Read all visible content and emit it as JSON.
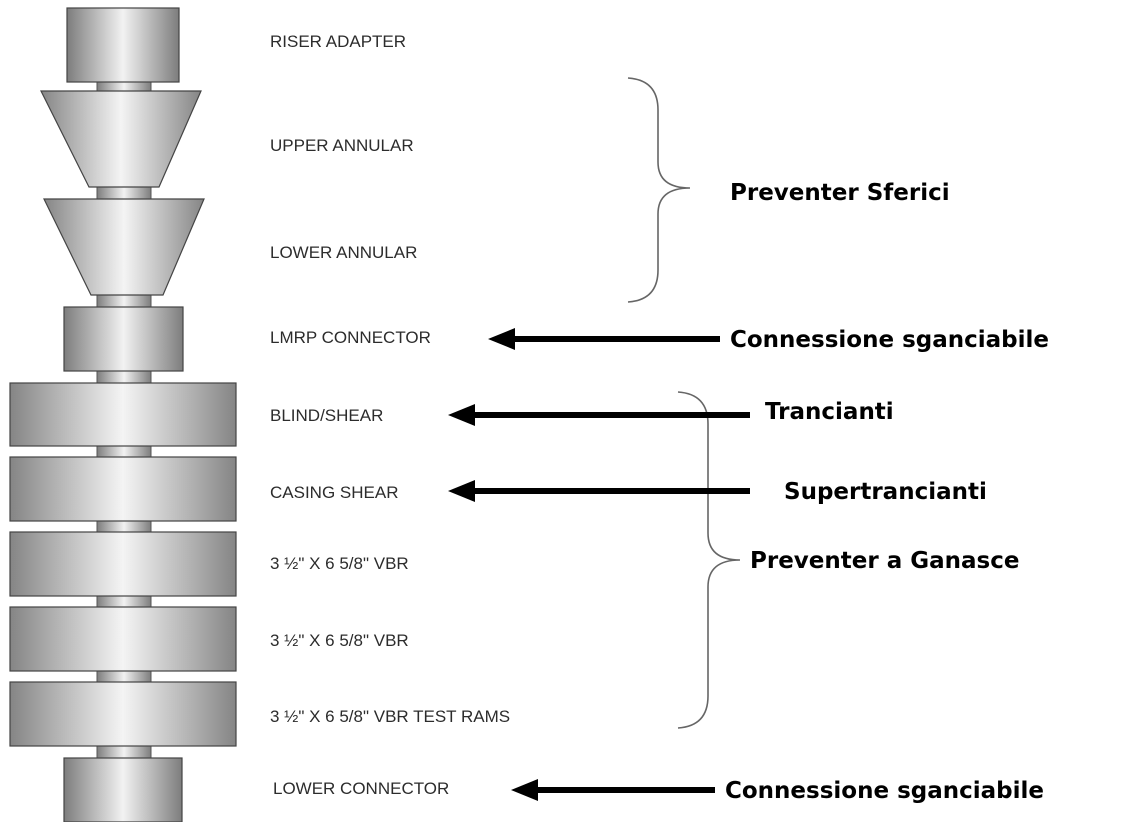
{
  "components": [
    {
      "id": "riser-adapter",
      "label": "RISER ADAPTER"
    },
    {
      "id": "upper-annular",
      "label": "UPPER ANNULAR"
    },
    {
      "id": "lower-annular",
      "label": "LOWER ANNULAR"
    },
    {
      "id": "lmrp-connector",
      "label": "LMRP CONNECTOR"
    },
    {
      "id": "blind-shear",
      "label": "BLIND/SHEAR"
    },
    {
      "id": "casing-shear",
      "label": "CASING SHEAR"
    },
    {
      "id": "vbr-1",
      "label": "3 ½\" X 6 5/8\" VBR"
    },
    {
      "id": "vbr-2",
      "label": "3 ½\" X 6 5/8\" VBR"
    },
    {
      "id": "vbr-test-rams",
      "label": "3 ½\" X 6 5/8\" VBR TEST RAMS"
    },
    {
      "id": "lower-connector",
      "label": "LOWER CONNECTOR"
    }
  ],
  "annotations": {
    "preventer_sferici": "Preventer Sferici",
    "connessione_lmrp": "Connessione sganciabile",
    "trancianti": "Trancianti",
    "supertrancianti": "Supertrancianti",
    "preventer_ganasce": "Preventer a Ganasce",
    "connessione_lower": "Connessione sganciabile"
  }
}
